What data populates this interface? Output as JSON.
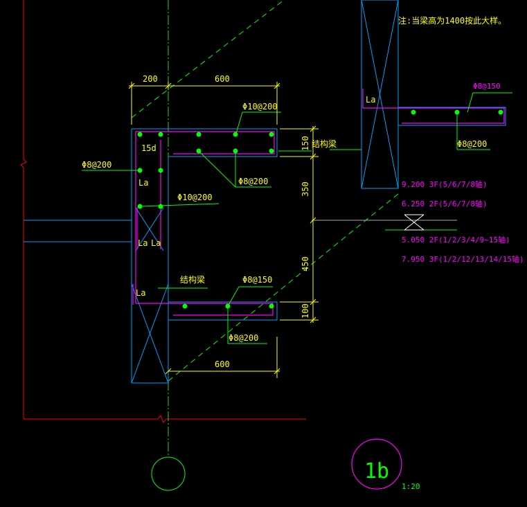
{
  "colors": {
    "background": "#000000",
    "gridline": "#ff0000",
    "column": "#00a0ff",
    "rebar": "#ff00ff",
    "dimension": "#ffff00",
    "rebar_dot": "#00ff00",
    "hatch": "#00ff00",
    "elevation_text": "#ff00ff",
    "detail_label": "#00ff00"
  },
  "note": "注:当梁高为1400按此大样。",
  "dimensions": {
    "top_left": "200",
    "top_right": "600",
    "right_150": "150",
    "right_350": "350",
    "right_450": "450",
    "right_100": "100",
    "bottom_600": "600"
  },
  "rebar_labels": {
    "top_stirrup": "Φ10@200",
    "left_phi8": "Φ8@200",
    "middle_phi8": "Φ8@200",
    "middle_phi10": "Φ10@200",
    "lower_phi8_150": "Φ8@150",
    "lower_phi8_200": "Φ8@200",
    "right_phi8_150": "Φ8@150",
    "right_phi8_200": "Φ8@200"
  },
  "anchor_labels": {
    "fifteen_d": "15d",
    "la_top": "La",
    "la_left": "La",
    "la_mid_a": "La",
    "la_mid_b": "La",
    "la_lower": "La"
  },
  "beam_labels": {
    "upper": "结构梁",
    "lower": "结构梁"
  },
  "elevations": [
    "9.200 3F(5/6/7/8轴)",
    "6.250 2F(5/6/7/8轴)",
    "5.050 2F(1/2/3/4/9~15轴)",
    "7.950 3F(1/2/12/13/14/15轴)"
  ],
  "detail": {
    "number": "1b",
    "scale": "1:20"
  }
}
